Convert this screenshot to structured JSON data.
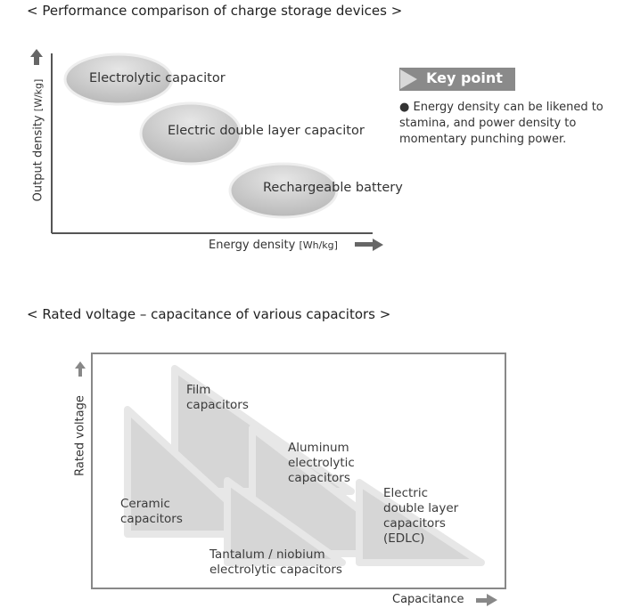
{
  "chart1": {
    "title": "< Performance comparison of charge storage devices >",
    "ylabel": "Output density",
    "ylabel_unit": "[W/kg]",
    "xlabel": "Energy density",
    "xlabel_unit": "[Wh/kg]",
    "regions": [
      {
        "label": "Electrolytic capacitor"
      },
      {
        "label": "Electric double layer capacitor"
      },
      {
        "label": "Rechargeable battery"
      }
    ]
  },
  "key_point": {
    "label": "Key point",
    "bullet": "●",
    "text": "Energy density can be likened to stamina, and power density to momentary punching power."
  },
  "chart2": {
    "title": "< Rated voltage – capacitance of various capacitors >",
    "ylabel": "Rated voltage",
    "xlabel": "Capacitance",
    "regions": [
      {
        "label": "Film\ncapacitors"
      },
      {
        "label": "Ceramic\ncapacitors"
      },
      {
        "label": "Aluminum\nelectrolytic\ncapacitors"
      },
      {
        "label": "Tantalum / niobium\nelectrolytic capacitors"
      },
      {
        "label": "Electric\ndouble layer\ncapacitors\n(EDLC)"
      }
    ]
  },
  "colors": {
    "ellipse_fill": "#c9c9c9",
    "triangle_fill": "#bdbdbd",
    "axis": "#555555",
    "key_point_bg": "#8a8a8a"
  }
}
